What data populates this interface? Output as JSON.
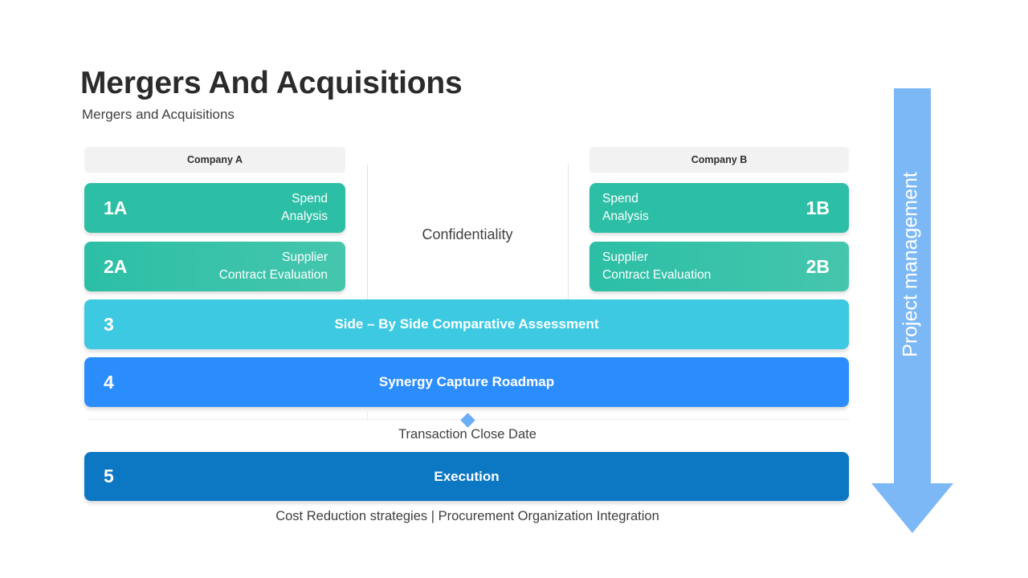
{
  "header": {
    "title": "Mergers And Acquisitions",
    "subtitle": "Mergers and Acquisitions"
  },
  "columns": {
    "company_a": "Company A",
    "company_b": "Company B"
  },
  "center": {
    "confidentiality_label": "Confidentiality"
  },
  "steps_a": [
    {
      "number": "1A",
      "label": "Spend\nAnalysis",
      "line1": "Spend",
      "line2": "Analysis",
      "color": "#2cbfa6"
    },
    {
      "number": "2A",
      "line1": "Supplier",
      "line2": "Contract Evaluation",
      "color": "#2cbfa6"
    }
  ],
  "steps_b": [
    {
      "number": "1B",
      "line1": "Spend",
      "line2": "Analysis",
      "color": "#2cbfa6"
    },
    {
      "number": "2B",
      "line1": "Supplier",
      "line2": "Contract Evaluation",
      "color": "#2cbfa6"
    }
  ],
  "bars": [
    {
      "number": "3",
      "label": "Side – By Side Comparative  Assessment",
      "color": "#3ec9e2"
    },
    {
      "number": "4",
      "label": "Synergy Capture  Roadmap",
      "color": "#2b8dfc"
    },
    {
      "number": "5",
      "label": "Execution",
      "color": "#0c77c3"
    }
  ],
  "milestone": {
    "label": "Transaction Close Date",
    "marker_color": "#6aaef6"
  },
  "footer": {
    "note": "Cost Reduction strategies | Procurement Organization Integration"
  },
  "arrow": {
    "label": "Project management",
    "color": "#7cb8f5"
  },
  "palette": {
    "teal": "#2cbfa6",
    "cyan": "#3ec9e2",
    "blue": "#2b8dfc",
    "dark_blue": "#0c77c3",
    "light_blue": "#7cb8f5",
    "chip_gray": "#f2f2f2",
    "text_dark": "#2b2b2b"
  }
}
